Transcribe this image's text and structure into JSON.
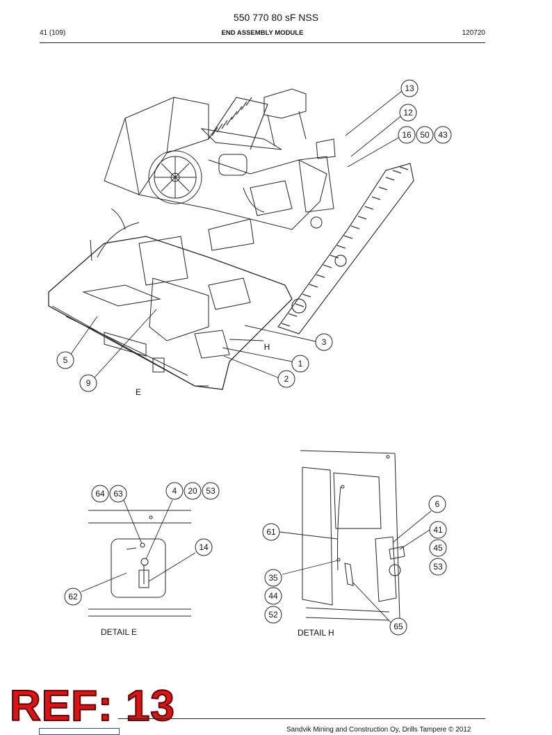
{
  "header": {
    "title": "550 770 80 sF NSS",
    "page": "41 (109)",
    "section": "END ASSEMBLY MODULE",
    "code": "120720"
  },
  "main_callouts": [
    "13",
    "12",
    "16",
    "50",
    "43",
    "3",
    "H",
    "1",
    "2",
    "5",
    "9",
    "E"
  ],
  "detail_e": {
    "caption": "DETAIL E",
    "callouts": [
      "64",
      "63",
      "4",
      "20",
      "53",
      "14",
      "62"
    ]
  },
  "detail_h": {
    "caption": "DETAIL H",
    "callouts": [
      "61",
      "6",
      "41",
      "45",
      "53",
      "35",
      "44",
      "52",
      "65"
    ]
  },
  "ref_stamp": "REF: 13",
  "footer": {
    "copyright": "Sandvik Mining and Construction Oy, Drills Tampere © 2012"
  }
}
